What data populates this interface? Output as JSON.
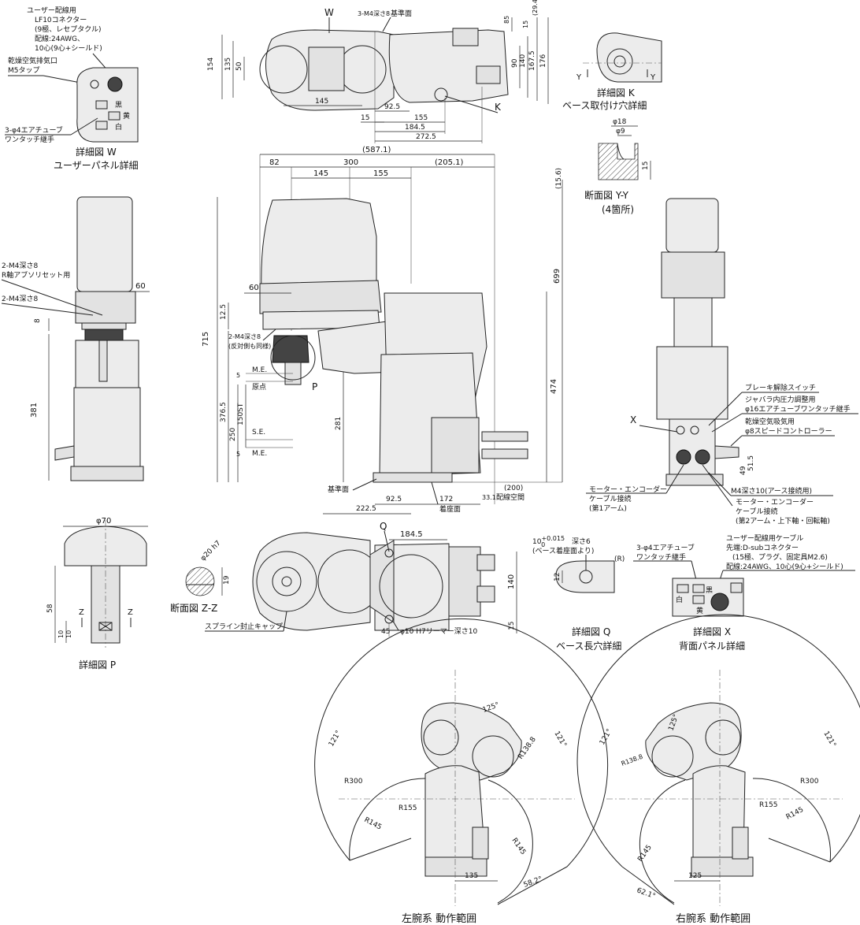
{
  "top_view": {
    "label_w": "W",
    "label_k": "K",
    "m4": "3-M4深さ8",
    "ref": "基準面",
    "dims": {
      "d154": "154",
      "d135": "135",
      "d50": "50",
      "d145": "145",
      "d15a": "15",
      "d92_5": "92.5",
      "d155": "155",
      "d184_5": "184.5",
      "d272_5": "272.5",
      "d29_4": "(29.4)",
      "d15b": "15",
      "d85": "85",
      "d90": "90",
      "d140": "140",
      "d167_5": "167.5",
      "d176": "176"
    }
  },
  "detail_w": {
    "cable1": "ユーザー配線用",
    "cable2": "LF10コネクター",
    "cable3": "(9極、レセプタクル)",
    "cable4": "配線:24AWG、",
    "cable5": "10心(9心+シールド)",
    "exhaust1": "乾燥空気排気口",
    "exhaust2": "M5タップ",
    "tube1": "3-φ4エアチューブ",
    "tube2": "ワンタッチ継手",
    "black": "黒",
    "yellow": "黄",
    "white": "白",
    "title1": "詳細図 W",
    "title2": "ユーザーパネル詳細"
  },
  "detail_k": {
    "title1": "詳細図 K",
    "title2": "ベース取付け穴詳細",
    "y": "Y"
  },
  "section_yy": {
    "d18": "φ18",
    "d9": "φ9",
    "d15": "15",
    "title1": "断面図 Y-Y",
    "title2": "(4箇所)"
  },
  "left_side": {
    "m4a1": "2-M4深さ8",
    "m4a2": "R軸アブソリセット用",
    "m4b": "2-M4深さ8",
    "d60": "60",
    "d8": "8",
    "d381": "381"
  },
  "front_view": {
    "d587": "(587.1)",
    "d82": "82",
    "d300": "300",
    "d205": "(205.1)",
    "d145": "145",
    "d155": "155",
    "d15_6": "(15.6)",
    "d60": "60",
    "d715": "715",
    "d12_5": "12.5",
    "d376_5": "376.5",
    "d250": "250",
    "d150st": "150ST",
    "d5a": "5",
    "d5b": "5",
    "d281": "281",
    "d699": "699",
    "d474": "474",
    "d92_5": "92.5",
    "d172": "172",
    "d222_5": "222.5",
    "d33": "33.1",
    "d200": "(200)",
    "me1": "M.E.",
    "origin": "原点",
    "se": "S.E.",
    "me2": "M.E.",
    "p": "P",
    "m4c1": "2-M4深さ8",
    "m4c2": "(反対側も同様)",
    "ref": "基準面",
    "floor": "着座面",
    "wiring": "配線空間"
  },
  "right_side": {
    "brake": "ブレーキ解除スイッチ",
    "bellow1": "ジャバラ内圧力調整用",
    "bellow2": "φ16エアチューブワンタッチ継手",
    "intake1": "乾燥空気吸気用",
    "intake2": "φ8スピードコントローラー",
    "x": "X",
    "d49": "49",
    "d51_5": "51.5",
    "m4e": "M4深さ10(アース接続用)",
    "mot1a": "モーター・エンコーダー",
    "mot1b": "ケーブル接続",
    "mot1c": "(第1アーム)",
    "mot2a": "モーター・エンコーダー",
    "mot2b": "ケーブル接続",
    "mot2c": "(第2アーム・上下軸・回転軸)"
  },
  "detail_p": {
    "d70": "φ70",
    "d58": "58",
    "d10a": "10",
    "d10b": "10",
    "z": "Z",
    "title": "詳細図 P"
  },
  "section_zz": {
    "d20": "φ20 h7",
    "d19": "19",
    "title": "断面図 Z-Z"
  },
  "bottom_view": {
    "q": "Q",
    "d184_5": "184.5",
    "d140": "140",
    "d45": "45",
    "d15": "15",
    "cap": "スプライン封止キャップ",
    "ream": "φ10 H7リーマー深さ10"
  },
  "detail_q": {
    "tol": "10",
    "tol_sup": "+0.015",
    "tol_sub": "0",
    "depth": "深さ6",
    "note": "(ベース着座面より)",
    "r": "(R)",
    "d12": "12",
    "title1": "詳細図 Q",
    "title2": "ベース長穴詳細"
  },
  "detail_x": {
    "tube1": "3-φ4エアチューブ",
    "tube2": "ワンタッチ継手",
    "cab1": "ユーザー配線用ケーブル",
    "cab2": "先端:D-subコネクター",
    "cab3": "(15極、プラグ、固定具M2.6)",
    "cab4": "配線:24AWG、10心(9心+シールド)",
    "white": "白",
    "black": "黒",
    "yellow": "黄",
    "title1": "詳細図 X",
    "title2": "背面パネル詳細"
  },
  "left_range": {
    "a121a": "121°",
    "a121b": "121°",
    "a125": "125°",
    "r300": "R300",
    "r138": "R138.8",
    "r155": "R155",
    "r145a": "R145",
    "r145b": "R145",
    "d135": "135",
    "a58": "58.2°",
    "title": "左腕系 動作範囲"
  },
  "right_range": {
    "a121a": "121°",
    "a121b": "121°",
    "a125": "125°",
    "r300": "R300",
    "r138": "R138.8",
    "r155": "R155",
    "r145a": "R145",
    "r145b": "R145",
    "d125": "125",
    "a62": "62.1°",
    "title": "右腕系 動作範囲"
  }
}
